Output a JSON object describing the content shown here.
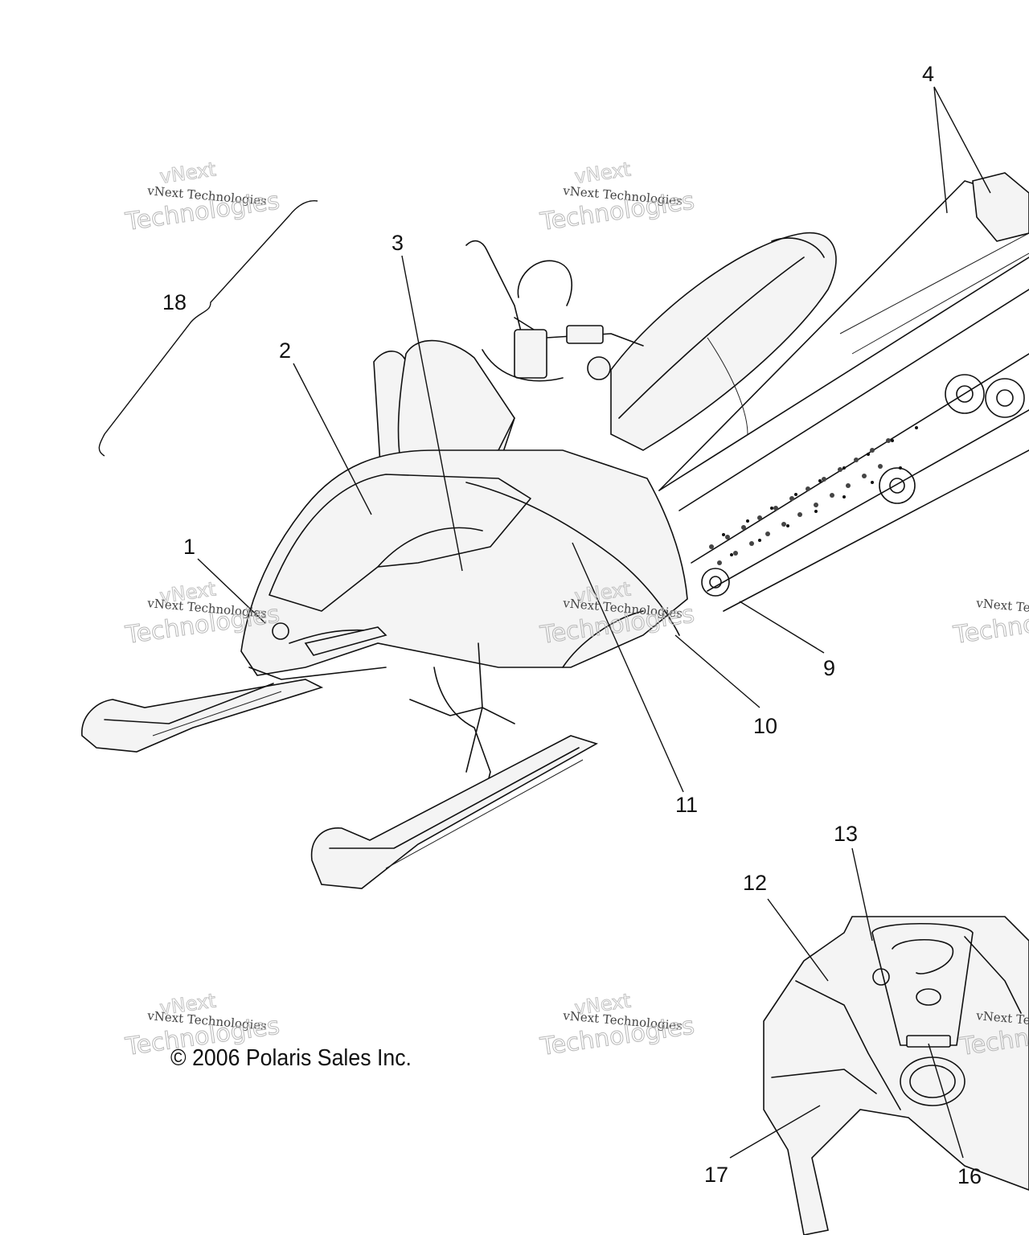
{
  "callouts": [
    {
      "label": "1"
    },
    {
      "label": "2"
    },
    {
      "label": "3"
    },
    {
      "label": "4"
    },
    {
      "label": "9"
    },
    {
      "label": "10"
    },
    {
      "label": "11"
    },
    {
      "label": "12"
    },
    {
      "label": "13"
    },
    {
      "label": "16"
    },
    {
      "label": "17"
    },
    {
      "label": "18"
    }
  ],
  "copyright": "© 2006 Polaris Sales Inc.",
  "watermark": {
    "brand": "vNext",
    "line": "vNext Technologies",
    "word": "Technologies"
  }
}
